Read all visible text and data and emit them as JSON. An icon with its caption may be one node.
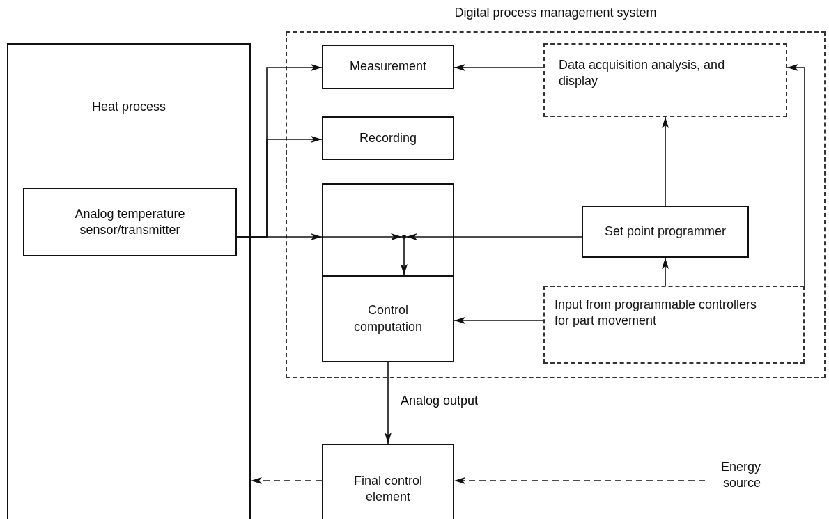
{
  "diagram": {
    "nodes": [
      {
        "text": [
          "Digital process management system"
        ]
      },
      {
        "text": [
          "Heat process"
        ]
      },
      {
        "text": [
          "Analog temperature sensor/transmitter"
        ],
        "in": 1
      },
      {
        "text": [
          "Measurement"
        ],
        "in": 0
      },
      {
        "text": [
          "Data acquisition analysis, and display"
        ],
        "in": 0
      },
      {
        "text": [
          "Recording"
        ],
        "in": 0
      },
      {
        "text": [],
        "shape": "box",
        "in": 0
      },
      {
        "text": [],
        "shape": "junction",
        "in": 6
      },
      {
        "text": [
          "Set point programmer"
        ],
        "in": 0
      },
      {
        "text": [
          "Control computation"
        ],
        "in": 0
      },
      {
        "text": [
          "Input from programmable controllers for part movement"
        ],
        "in": 0
      },
      {
        "text": [
          "Final control element"
        ]
      },
      {
        "text": [
          "Energy source"
        ]
      }
    ],
    "edges": [
      {
        "from": 2,
        "to": 3,
        "arrow": "to"
      },
      {
        "from": 2,
        "to": 5,
        "arrow": "to"
      },
      {
        "from": 2,
        "to": 7,
        "arrow": "to"
      },
      {
        "from": 4,
        "to": 3,
        "arrow": "to"
      },
      {
        "from": 8,
        "to": 4,
        "arrow": "to"
      },
      {
        "from": 8,
        "to": 7,
        "arrow": "to"
      },
      {
        "from": 7,
        "to": 9,
        "arrow": "to"
      },
      {
        "from": 10,
        "to": 9,
        "arrow": "to"
      },
      {
        "from": 10,
        "to": 8,
        "arrow": "to"
      },
      {
        "from": 10,
        "to": 4,
        "arrow": "to"
      },
      {
        "from": 9,
        "to": 11,
        "arrow": "to",
        "label": "Analog output"
      },
      {
        "from": 12,
        "to": 11,
        "arrow": "to",
        "style": "dashed"
      },
      {
        "from": 11,
        "to": 1,
        "arrow": "to",
        "style": "dashed"
      }
    ]
  }
}
